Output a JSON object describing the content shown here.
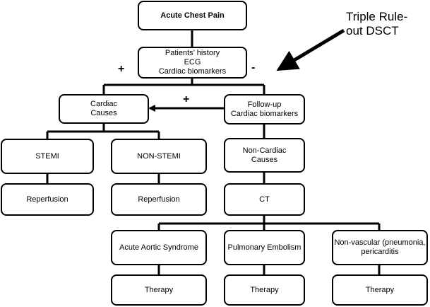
{
  "nodes": {
    "acute_chest_pain": "Acute Chest Pain",
    "patient_assessment": "Patients’ history\nECG\nCardiac biomarkers",
    "cardiac_causes": "Cardiac\nCauses",
    "follow_up": "Follow-up\nCardiac biomarkers",
    "stemi": "STEMI",
    "non_stemi": "NON-STEMI",
    "non_cardiac": "Non-Cardiac\nCauses",
    "reperfusion_1": "Reperfusion",
    "reperfusion_2": "Reperfusion",
    "ct": "CT",
    "aortic": "Acute Aortic Syndrome",
    "pulmonary": "Pulmonary Embolism",
    "nonvascular": "Non-vascular (pneumonia,\npericarditis",
    "therapy_1": "Therapy",
    "therapy_2": "Therapy",
    "therapy_3": "Therapy"
  },
  "signs": {
    "positive_left": "+",
    "negative_right": "-",
    "positive_arrow": "+"
  },
  "callout": "Triple Rule-\nout DSCT"
}
